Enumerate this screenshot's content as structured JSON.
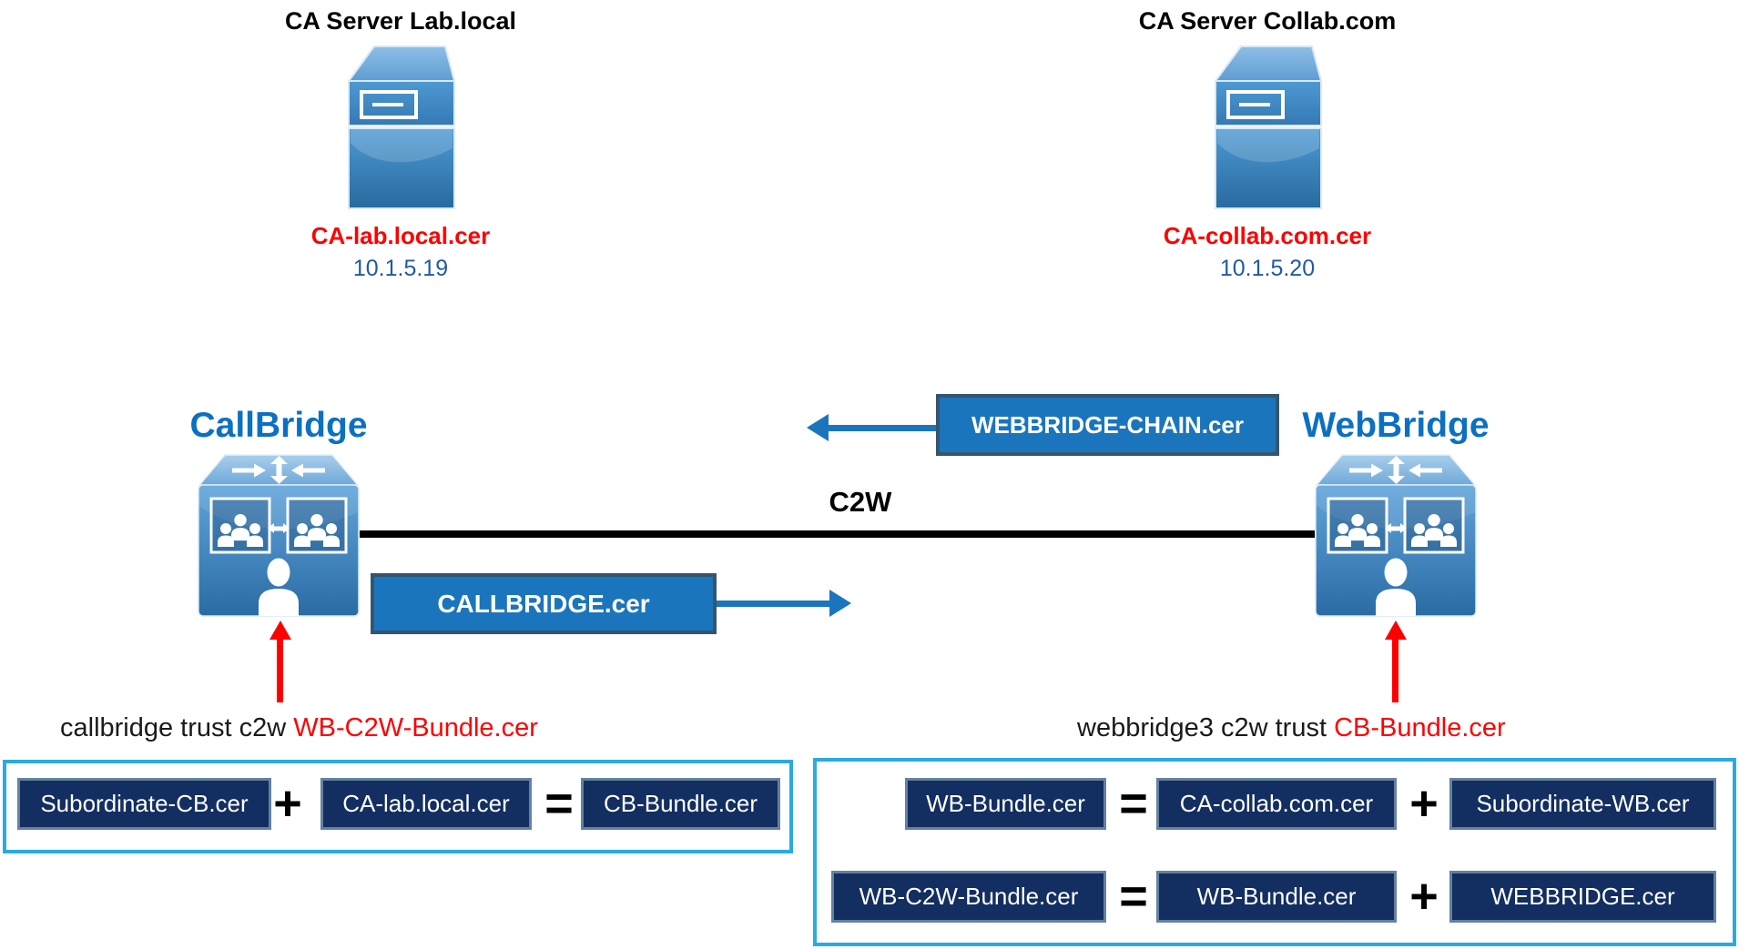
{
  "ca_left": {
    "title": "CA Server Lab.local",
    "cert": "CA-lab.local.cer",
    "ip": "10.1.5.19"
  },
  "ca_right": {
    "title": "CA Server Collab.com",
    "cert": "CA-collab.com.cer",
    "ip": "10.1.5.20"
  },
  "callbridge": {
    "label": "CallBridge",
    "cert_box": "CALLBRIDGE.cer",
    "trust_prefix": "callbridge trust c2w ",
    "trust_cert": "WB-C2W-Bundle.cer"
  },
  "webbridge": {
    "label": "WebBridge",
    "chain_box": "WEBBRIDGE-CHAIN.cer",
    "trust_prefix": "webbridge3 c2w trust ",
    "trust_cert": "CB-Bundle.cer"
  },
  "link": {
    "label": "C2W"
  },
  "bundle_left": {
    "a": "Subordinate-CB.cer",
    "op1": "+",
    "b": "CA-lab.local.cer",
    "op2": "=",
    "c": "CB-Bundle.cer"
  },
  "bundle_right": {
    "row1": {
      "a": "WB-Bundle.cer",
      "op1": "=",
      "b": "CA-collab.com.cer",
      "op2": "+",
      "c": "Subordinate-WB.cer"
    },
    "row2": {
      "a": "WB-C2W-Bundle.cer",
      "op1": "=",
      "b": "WB-Bundle.cer",
      "op2": "+",
      "c": "WEBBRIDGE.cer"
    }
  },
  "icons": {
    "ca_server": "server-icon",
    "callbridge": "meeting-server-cube-icon",
    "webbridge": "meeting-server-cube-icon"
  },
  "colors": {
    "heading_blue": "#0C70C2",
    "box_blue": "#1B75BC",
    "navy": "#132E60",
    "navy_border": "#64819F",
    "container_cyan": "#29ABE2",
    "red": "#FF0000",
    "ip_blue": "#2159A5",
    "line_black": "#000000"
  }
}
